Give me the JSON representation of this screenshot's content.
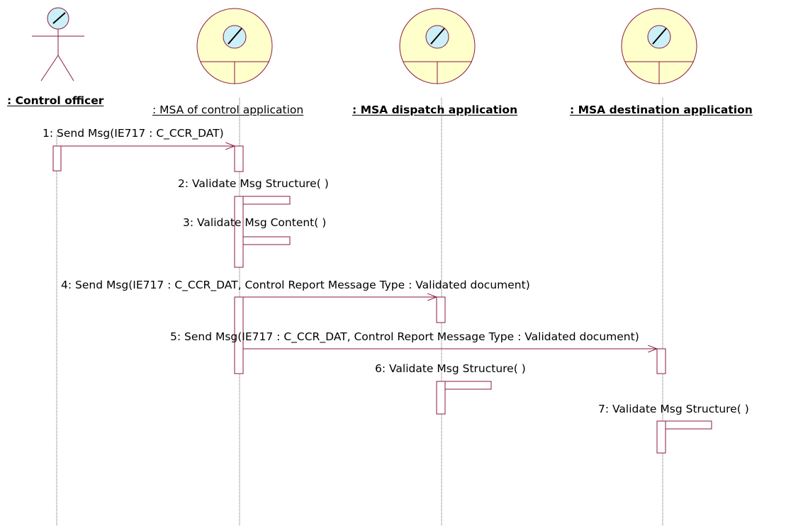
{
  "participants": [
    {
      "id": "control_officer",
      "name": ": Control officer",
      "kind": "actor"
    },
    {
      "id": "msa_control",
      "name": ": MSA of control application",
      "kind": "control"
    },
    {
      "id": "msa_dispatch",
      "name": ": MSA dispatch application",
      "kind": "control"
    },
    {
      "id": "msa_destination",
      "name": ": MSA destination application",
      "kind": "control"
    }
  ],
  "messages": [
    {
      "label": "1: Send Msg(IE717 : C_CCR_DAT)",
      "from": "control_officer",
      "to": "msa_control"
    },
    {
      "label": "2: Validate Msg Structure( )",
      "from": "msa_control",
      "to": "msa_control"
    },
    {
      "label": "3: Validate Msg Content( )",
      "from": "msa_control",
      "to": "msa_control"
    },
    {
      "label": "4: Send Msg(IE717 : C_CCR_DAT, Control Report Message Type : Validated document)",
      "from": "msa_control",
      "to": "msa_dispatch"
    },
    {
      "label": "5: Send Msg(IE717 : C_CCR_DAT, Control Report Message Type : Validated document)",
      "from": "msa_control",
      "to": "msa_destination"
    },
    {
      "label": "6: Validate Msg Structure( )",
      "from": "msa_dispatch",
      "to": "msa_dispatch"
    },
    {
      "label": "7: Validate Msg Structure( )",
      "from": "msa_destination",
      "to": "msa_destination"
    }
  ],
  "colors": {
    "line": "#8B1A3C",
    "fill_body": "#FFFFCC",
    "fill_head": "#CCF0F8",
    "lifeline": "#666666"
  }
}
